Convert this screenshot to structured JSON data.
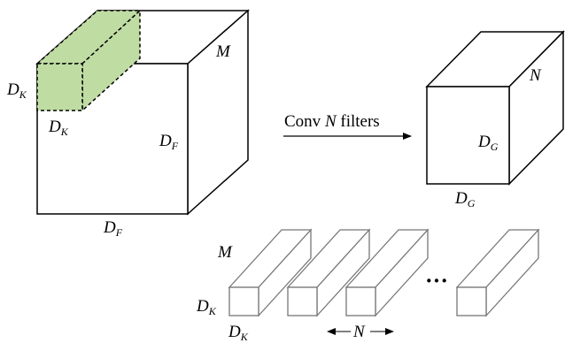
{
  "input_cube": {
    "label_depth": "M",
    "label_height": "D_F",
    "label_width": "D_F",
    "kernel_label_height": "D_K",
    "kernel_label_width": "D_K",
    "kernel_color": "#bfdca3"
  },
  "arrow": {
    "label_prefix": "Conv ",
    "label_var": "N",
    "label_suffix": " filters"
  },
  "output_cube": {
    "label_depth": "N",
    "label_height": "D_G",
    "label_width": "D_G"
  },
  "filters": {
    "label_depth": "M",
    "label_height": "D_K",
    "label_width": "D_K",
    "ellipsis": "···",
    "count_label": "N"
  }
}
